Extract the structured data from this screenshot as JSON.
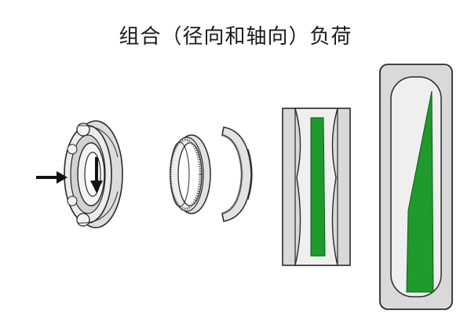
{
  "title": "组合（径向和轴向）负荷",
  "colors": {
    "stroke": "#2a2a2a",
    "ring_fill": "#e6e6e6",
    "ring_fill_dark": "#bdbdbd",
    "inner_fill": "#f7f7f7",
    "load_zone": "#1f9a2c",
    "background": "#ffffff"
  },
  "parts": [
    {
      "name": "bearing-assembly-with-load-arrows",
      "arrows": [
        "radial-load-arrow",
        "axial-load-arrow"
      ]
    },
    {
      "name": "inner-ring"
    },
    {
      "name": "outer-ring"
    },
    {
      "name": "radial-load-zone",
      "load_pattern": "uniform"
    },
    {
      "name": "combined-load-zone",
      "load_pattern": "tapered"
    }
  ]
}
